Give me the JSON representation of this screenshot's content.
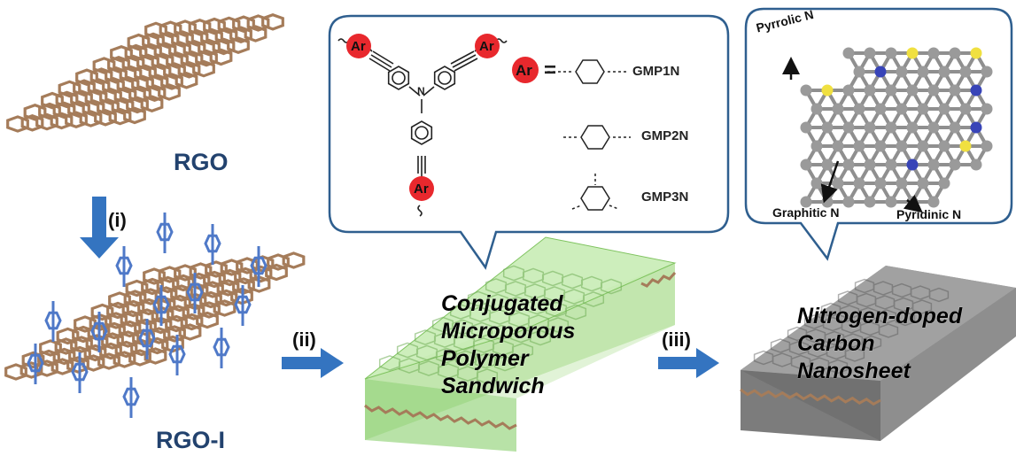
{
  "labels": {
    "rgo": "RGO",
    "rgo_i": "RGO-I",
    "step_i": "(i)",
    "step_ii": "(ii)",
    "step_iii": "(iii)"
  },
  "polymer": {
    "ar": "Ar",
    "n": "N",
    "equals": "=",
    "variants": [
      "GMP1N",
      "GMP2N",
      "GMP3N"
    ],
    "box_text": "Conjugated\nMicroporous\nPolymer\nSandwich"
  },
  "carbon": {
    "pyrrolic": "Pyrrolic N",
    "graphitic": "Graphitic N",
    "pyridinic": "Pyridinic N",
    "box_text": "Nitrogen-doped\nCarbon\nNanosheet"
  },
  "colors": {
    "carbon_bond": "#a57c5a",
    "linker": "#4f79c8",
    "arrow": "#3474c0",
    "green_slab": "#a9dd8d",
    "gray_slab": "#8c8c8c",
    "ar_ball": "#e8282d",
    "n_atom": "#3844b8",
    "s_atom": "#f0e040",
    "c_atom": "#9a9a9a",
    "bubble_border": "#2f5f8f"
  }
}
